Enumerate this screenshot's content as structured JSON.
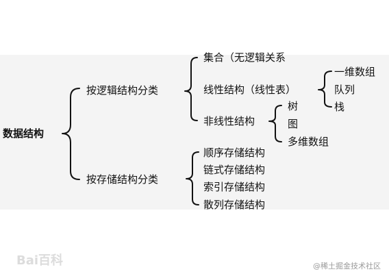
{
  "diagram": {
    "root": "数据结构",
    "logical": {
      "label": "按逻辑结构分类",
      "set": "集合（无逻辑关系",
      "linear": {
        "label": "线性结构（线性表）",
        "items": [
          "一维数组",
          "队列",
          "栈"
        ]
      },
      "nonlinear": {
        "label": "非线性结构",
        "items": [
          "树",
          "图",
          "多维数组"
        ]
      }
    },
    "storage": {
      "label": "按存储结构分类",
      "items": [
        "顺序存储结构",
        "链式存储结构",
        "索引存储结构",
        "散列存储结构"
      ]
    }
  },
  "watermark": "Bai百科",
  "credit": "@稀土掘金技术社区"
}
